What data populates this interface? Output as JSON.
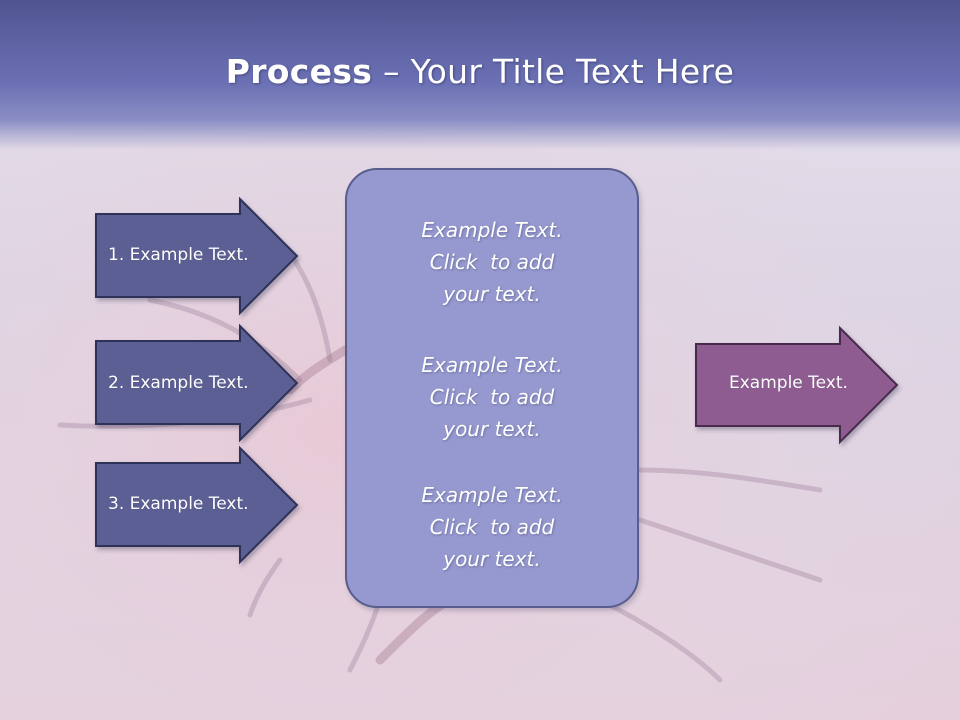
{
  "title": {
    "bold": "Process",
    "rest": " – Your Title Text Here"
  },
  "left_steps": [
    {
      "label": "1. Example Text."
    },
    {
      "label": "2. Example Text."
    },
    {
      "label": "3. Example Text."
    }
  ],
  "center_blocks": [
    {
      "line1": "Example Text.",
      "line2": "Click  to add",
      "line3": "your text."
    },
    {
      "line1": "Example Text.",
      "line2": "Click  to add",
      "line3": "your text."
    },
    {
      "line1": "Example Text.",
      "line2": "Click  to add",
      "line3": "your text."
    }
  ],
  "right_step": {
    "label": "Example Text."
  },
  "colors": {
    "left_arrow_fill": "#5b5e93",
    "right_arrow_fill": "#8e5b91",
    "center_box_fill": "#9699cf",
    "title_band": "#6b70b4"
  }
}
